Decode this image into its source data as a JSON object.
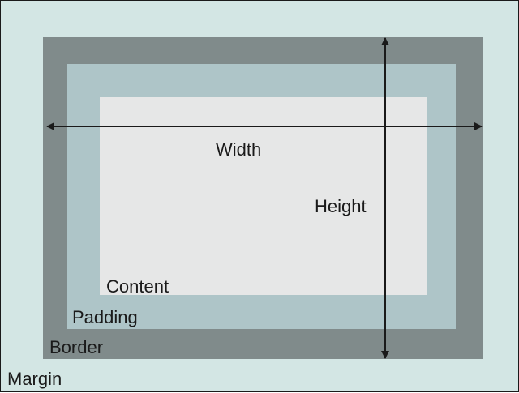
{
  "colors": {
    "margin": "#d3e6e4",
    "border": "#808b8b",
    "padding": "#aec5c8",
    "content": "#e6e7e7",
    "arrow": "#1a1a1a",
    "outline": "#1a1a1a"
  },
  "labels": {
    "margin": "Margin",
    "border": "Border",
    "padding": "Padding",
    "content": "Content",
    "width": "Width",
    "height": "Height"
  }
}
